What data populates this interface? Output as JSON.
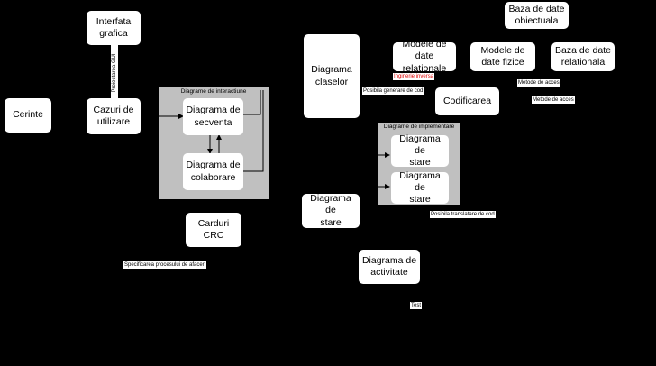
{
  "nodes": {
    "cerinte": "Cerinte",
    "interfata_grafica": "Interfata\ngrafica",
    "cazuri_utilizare": "Cazuri de\nutilizare",
    "diagrama_secventa": "Diagrama de\nsecventa",
    "diagrama_colaborare": "Diagrama de\ncolaborare",
    "carduri_crc": "Carduri CRC",
    "diagrama_claselor": "Diagrama\nclaselor",
    "modele_relationale": "Modele de\ndate relationale",
    "modele_fizice": "Modele de\ndate fizice",
    "baza_relationala": "Baza de date\nrelationala",
    "baza_obiectuala": "Baza de date\nobiectuala",
    "codificarea": "Codificarea",
    "diagrama_stare_1": "Diagrama de\nstare",
    "diagrama_stare_2": "Diagrama de\nstare",
    "diagrama_stare_3": "Diagrama de\nstare",
    "diagrama_activitate": "Diagrama de\nactivitate"
  },
  "panels": {
    "interactiune": "Diagrame de interactiune",
    "implementare": "Diagrame de implementare"
  },
  "labels": {
    "proiectarea_gui": "Proiectarea GUI",
    "inginerie_inversa": "Inginerie inversa",
    "posibila_generare": "Posibila generare de cod",
    "metode_acces_1": "Metode de acces",
    "metode_acces_2": "Metode de acces",
    "posibila_translatare": "Posibila translatare de cod",
    "specificarea": "Specificarea procesului de afaceri",
    "test": "Test"
  },
  "colors": {
    "background": "#000000",
    "node": "#ffffff",
    "panel": "#c0c0c0",
    "accent_label": "#e00000"
  }
}
